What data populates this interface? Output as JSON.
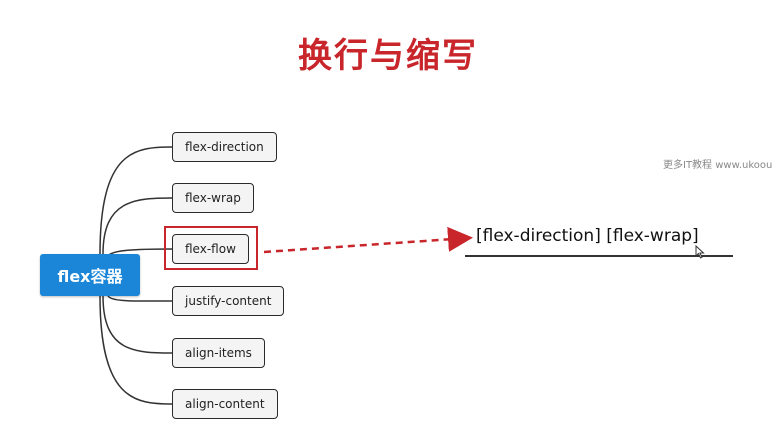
{
  "title": "换行与缩写",
  "watermark": "更多IT教程 www.ukoou",
  "root": {
    "label": "flex容器"
  },
  "nodes": [
    {
      "label": "flex-direction"
    },
    {
      "label": "flex-wrap"
    },
    {
      "label": "flex-flow"
    },
    {
      "label": "justify-content"
    },
    {
      "label": "align-items"
    },
    {
      "label": "align-content"
    }
  ],
  "syntax": "[flex-direction]  [flex-wrap]",
  "colors": {
    "title": "#c8262b",
    "root_fill": "#1b86d8",
    "highlight": "#c8262b",
    "arrow": "#c8262b"
  }
}
